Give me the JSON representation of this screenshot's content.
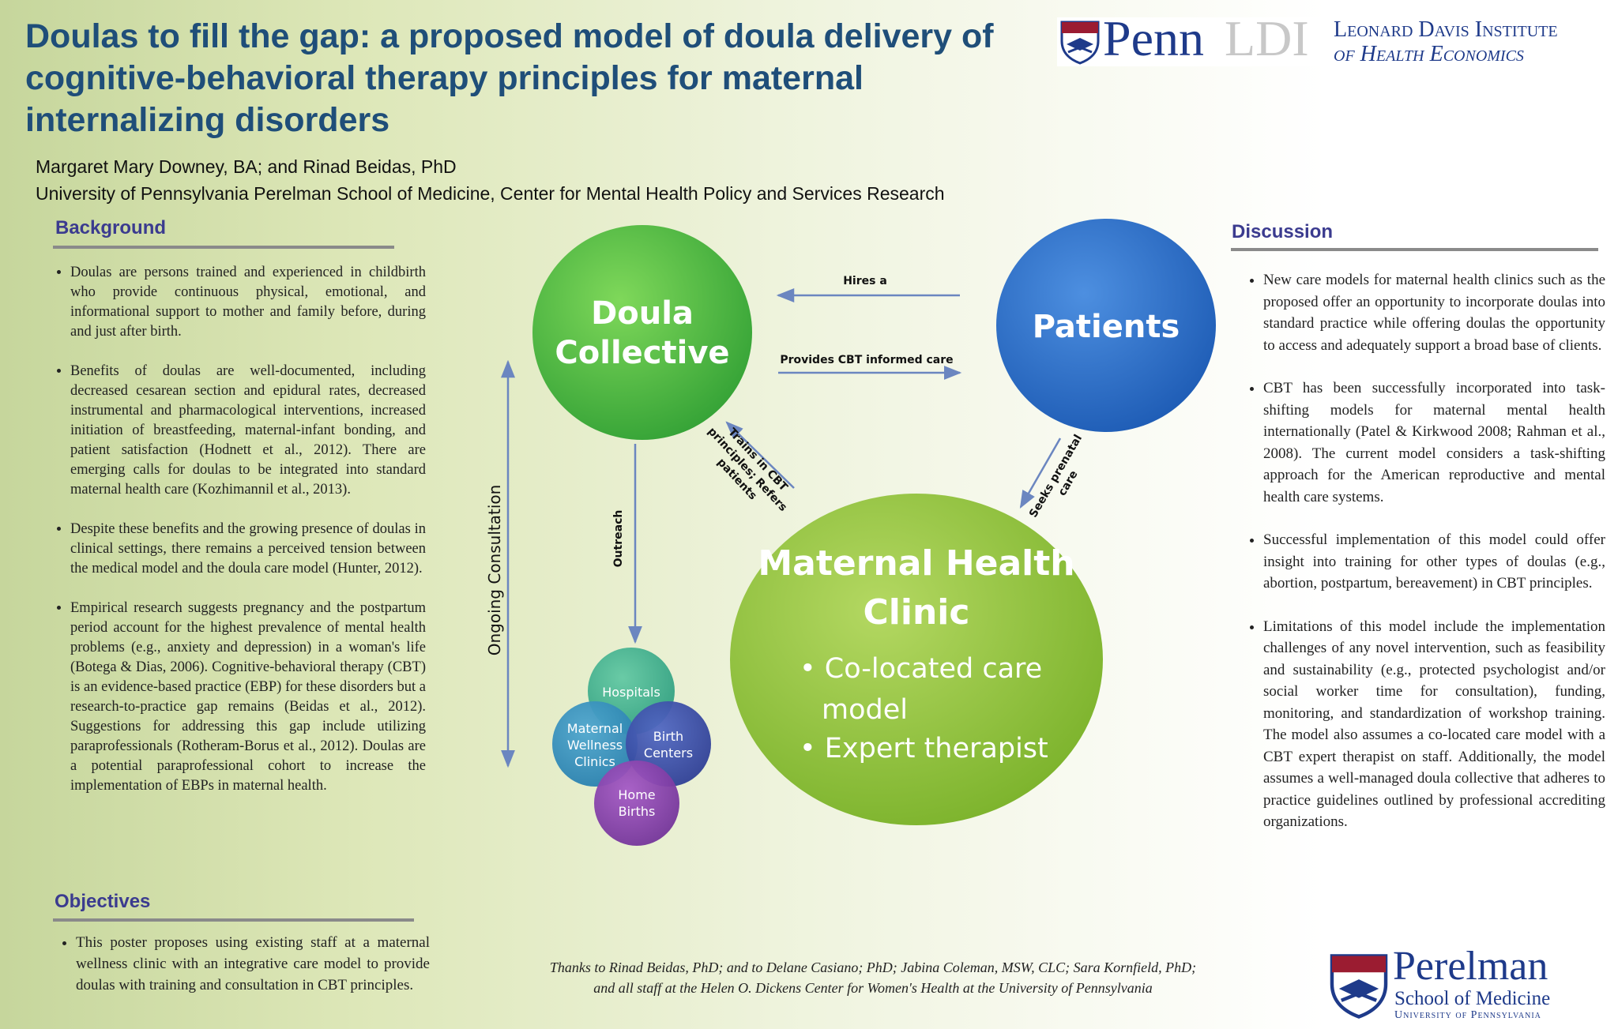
{
  "title": "Doulas to fill the gap: a proposed model of doula delivery of cognitive-behavioral therapy principles for maternal internalizing disorders",
  "authors": "Margaret Mary Downey, BA; and Rinad Beidas, PhD",
  "affiliation": "University of Pennsylvania Perelman School of Medicine, Center for Mental Health Policy and Services Research",
  "logos": {
    "penn": "Penn",
    "ldi": "LDI",
    "ldi_line1": "Leonard Davis Institute",
    "ldi_line2": "of Health Economics",
    "perelman": "Perelman",
    "perelman_line2": "School of Medicine",
    "perelman_line3": "University of Pennsylvania"
  },
  "background": {
    "heading": "Background",
    "items": [
      "Doulas are persons trained and experienced in childbirth who provide continuous physical, emotional, and informational support to mother and family before, during and just after birth.",
      "Benefits of doulas are well-documented, including decreased cesarean section and epidural rates, decreased instrumental and pharmacological interventions, increased initiation of breastfeeding, maternal-infant bonding, and patient satisfaction (Hodnett et al., 2012). There are emerging calls for doulas to be integrated into standard maternal health care (Kozhimannil et al., 2013).",
      "Despite these benefits and the growing presence of doulas in clinical settings, there remains a perceived tension between the medical model and the doula care model (Hunter, 2012).",
      "Empirical research suggests pregnancy and the postpartum period account for the highest prevalence of mental health problems (e.g., anxiety and depression) in a woman's life (Botega & Dias, 2006). Cognitive-behavioral therapy (CBT) is an evidence-based practice (EBP) for these disorders but a research-to-practice gap remains (Beidas et al., 2012). Suggestions for addressing this gap include utilizing paraprofessionals (Rotheram-Borus et al., 2012). Doulas are a potential paraprofessional cohort to increase the implementation of EBPs in maternal health."
    ]
  },
  "objectives": {
    "heading": "Objectives",
    "items": [
      "This poster proposes using existing staff at a maternal wellness clinic with an integrative care model to provide doulas with training and consultation in CBT principles."
    ]
  },
  "discussion": {
    "heading": "Discussion",
    "items": [
      "New care models for maternal health clinics such as the proposed offer an opportunity to incorporate doulas into standard practice while offering doulas the opportunity to access and adequately support a broad base of clients.",
      "CBT has been successfully incorporated into task-shifting models for maternal mental health internationally (Patel & Kirkwood 2008; Rahman et al., 2008). The current model considers a task-shifting approach for the American reproductive and mental health care systems.",
      "Successful implementation of this model could offer insight into training for other types of doulas (e.g., abortion, postpartum, bereavement) in CBT principles.",
      "Limitations of this model include the implementation challenges of any novel intervention, such as feasibility and sustainability (e.g., protected psychologist and/or social worker time for consultation), funding, monitoring, and standardization of workshop training. The model also assumes a co-located care model with a CBT expert therapist on staff. Additionally, the model assumes a well-managed doula collective that adheres to practice guidelines outlined by professional accrediting organizations."
    ]
  },
  "diagram": {
    "doula_line1": "Doula",
    "doula_line2": "Collective",
    "patients": "Patients",
    "clinic_line1": "Maternal Health",
    "clinic_line2": "Clinic",
    "clinic_bullet1_a": "• Co-located care",
    "clinic_bullet1_b": "model",
    "clinic_bullet2": "• Expert therapist",
    "hires": "Hires a",
    "provides": "Provides CBT informed care",
    "trains_1": "Trains in CBT",
    "trains_2": "principles; Refers",
    "trains_3": "patients",
    "seeks_1": "Seeks prenatal",
    "seeks_2": "care",
    "outreach": "Outreach",
    "ongoing": "Ongoing Consultation",
    "hospitals": "Hospitals",
    "mw_1": "Maternal",
    "mw_2": "Wellness",
    "mw_3": "Clinics",
    "bc_1": "Birth",
    "bc_2": "Centers",
    "hb_1": "Home",
    "hb_2": "Births"
  },
  "thanks_line1": "Thanks to Rinad Beidas, PhD; and to  Delane Casiano; PhD; Jabina Coleman, MSW, CLC; Sara Kornfield, PhD;",
  "thanks_line2": "and all staff  at the Helen O. Dickens Center for Women's Health at the University of  Pennsylvania"
}
